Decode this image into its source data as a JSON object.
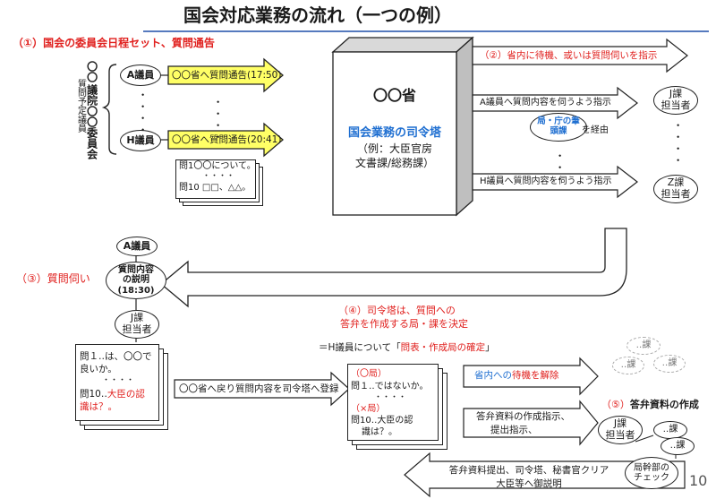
{
  "title": "国会対応業務の流れ（一つの例）",
  "page_number": "10",
  "colors": {
    "red": "#e0201e",
    "blue": "#1f6fd1",
    "yellow": "#ffff66",
    "line": "#222222"
  },
  "step1": {
    "label": "（①）国会の委員会日程セット、質問通告",
    "committee_line1": "〇〇",
    "committee_line2": "議院〇〇委員会",
    "committee_side": "質問予定議員",
    "member_a": "A議員",
    "member_h": "H議員",
    "notice_a": "〇〇省へ質問通告(17:50)",
    "notice_h": "〇〇省へ質問通告(20:41)",
    "doc_line1": "問1〇〇について。",
    "doc_dots": "・・・・",
    "doc_line2": "問10 □□、△△。"
  },
  "ministry": {
    "name": "〇〇省",
    "hq_line1": "国会業務の司令塔",
    "hq_line2": "（例：大臣官房",
    "hq_line3": "文書課/総務課）"
  },
  "step2": {
    "label": "（②）省内に待機、或いは質問伺いを指示",
    "instruct_a": "A議員へ質問内容を伺うよう指示",
    "instruct_h": "H議員へ質問内容を伺うよう指示",
    "via_line1": "局・庁の筆",
    "via_line2": "頭課",
    "via_suffix": "を経由",
    "j_staff_l1": "J課",
    "j_staff_l2": "担当者",
    "z_staff_l1": "Z課",
    "z_staff_l2": "担当者"
  },
  "step3": {
    "label": "（③）質問伺い",
    "member_a": "A議員",
    "explain_l1": "質問内容",
    "explain_l2": "の説明",
    "explain_l3": "(18:30)",
    "j_staff_l1": "J課",
    "j_staff_l2": "担当者",
    "doc_l1": "問１‥は、〇〇で",
    "doc_l2": "良いか。",
    "doc_dots": "・・・・",
    "doc_l3_pre": "問10‥",
    "doc_l3_red": "大臣の認",
    "doc_l4": "識は？。",
    "register": "〇〇省へ戻り質問内容を司令塔へ登録"
  },
  "step4": {
    "label_l1": "（④）司令塔は、質問への",
    "label_l2": "答弁を作成する局・課を決定",
    "decide_pre": "＝H議員について「",
    "decide_red": "問表・作成局の確定",
    "decide_post": "」",
    "doc_l1": "（〇局）",
    "doc_l2": "問１‥ではないか。",
    "doc_dots": "・・・・",
    "doc_l3": "（×局）",
    "doc_l4": "問10‥大臣の認",
    "doc_l5": "識は？。",
    "release_pre": "省内への",
    "release_red": "待機を解除",
    "instruct_l1": "答弁資料の作成指示、",
    "instruct_l2": "提出指示、"
  },
  "step5": {
    "label_pre": "（⑤）",
    "label_post": "答弁資料の作成",
    "cloud_l1": "‥課",
    "cloud_l2": "‥課",
    "cloud_l3": "‥課",
    "j_staff_l1": "J課",
    "j_staff_l2": "担当者",
    "sec1": "‥課",
    "sec2": "‥課",
    "check_l1": "局幹部の",
    "check_l2": "チェック",
    "final_l1": "答弁資料提出、司令塔、秘書官クリア",
    "final_l2": "大臣等へ御説明"
  }
}
